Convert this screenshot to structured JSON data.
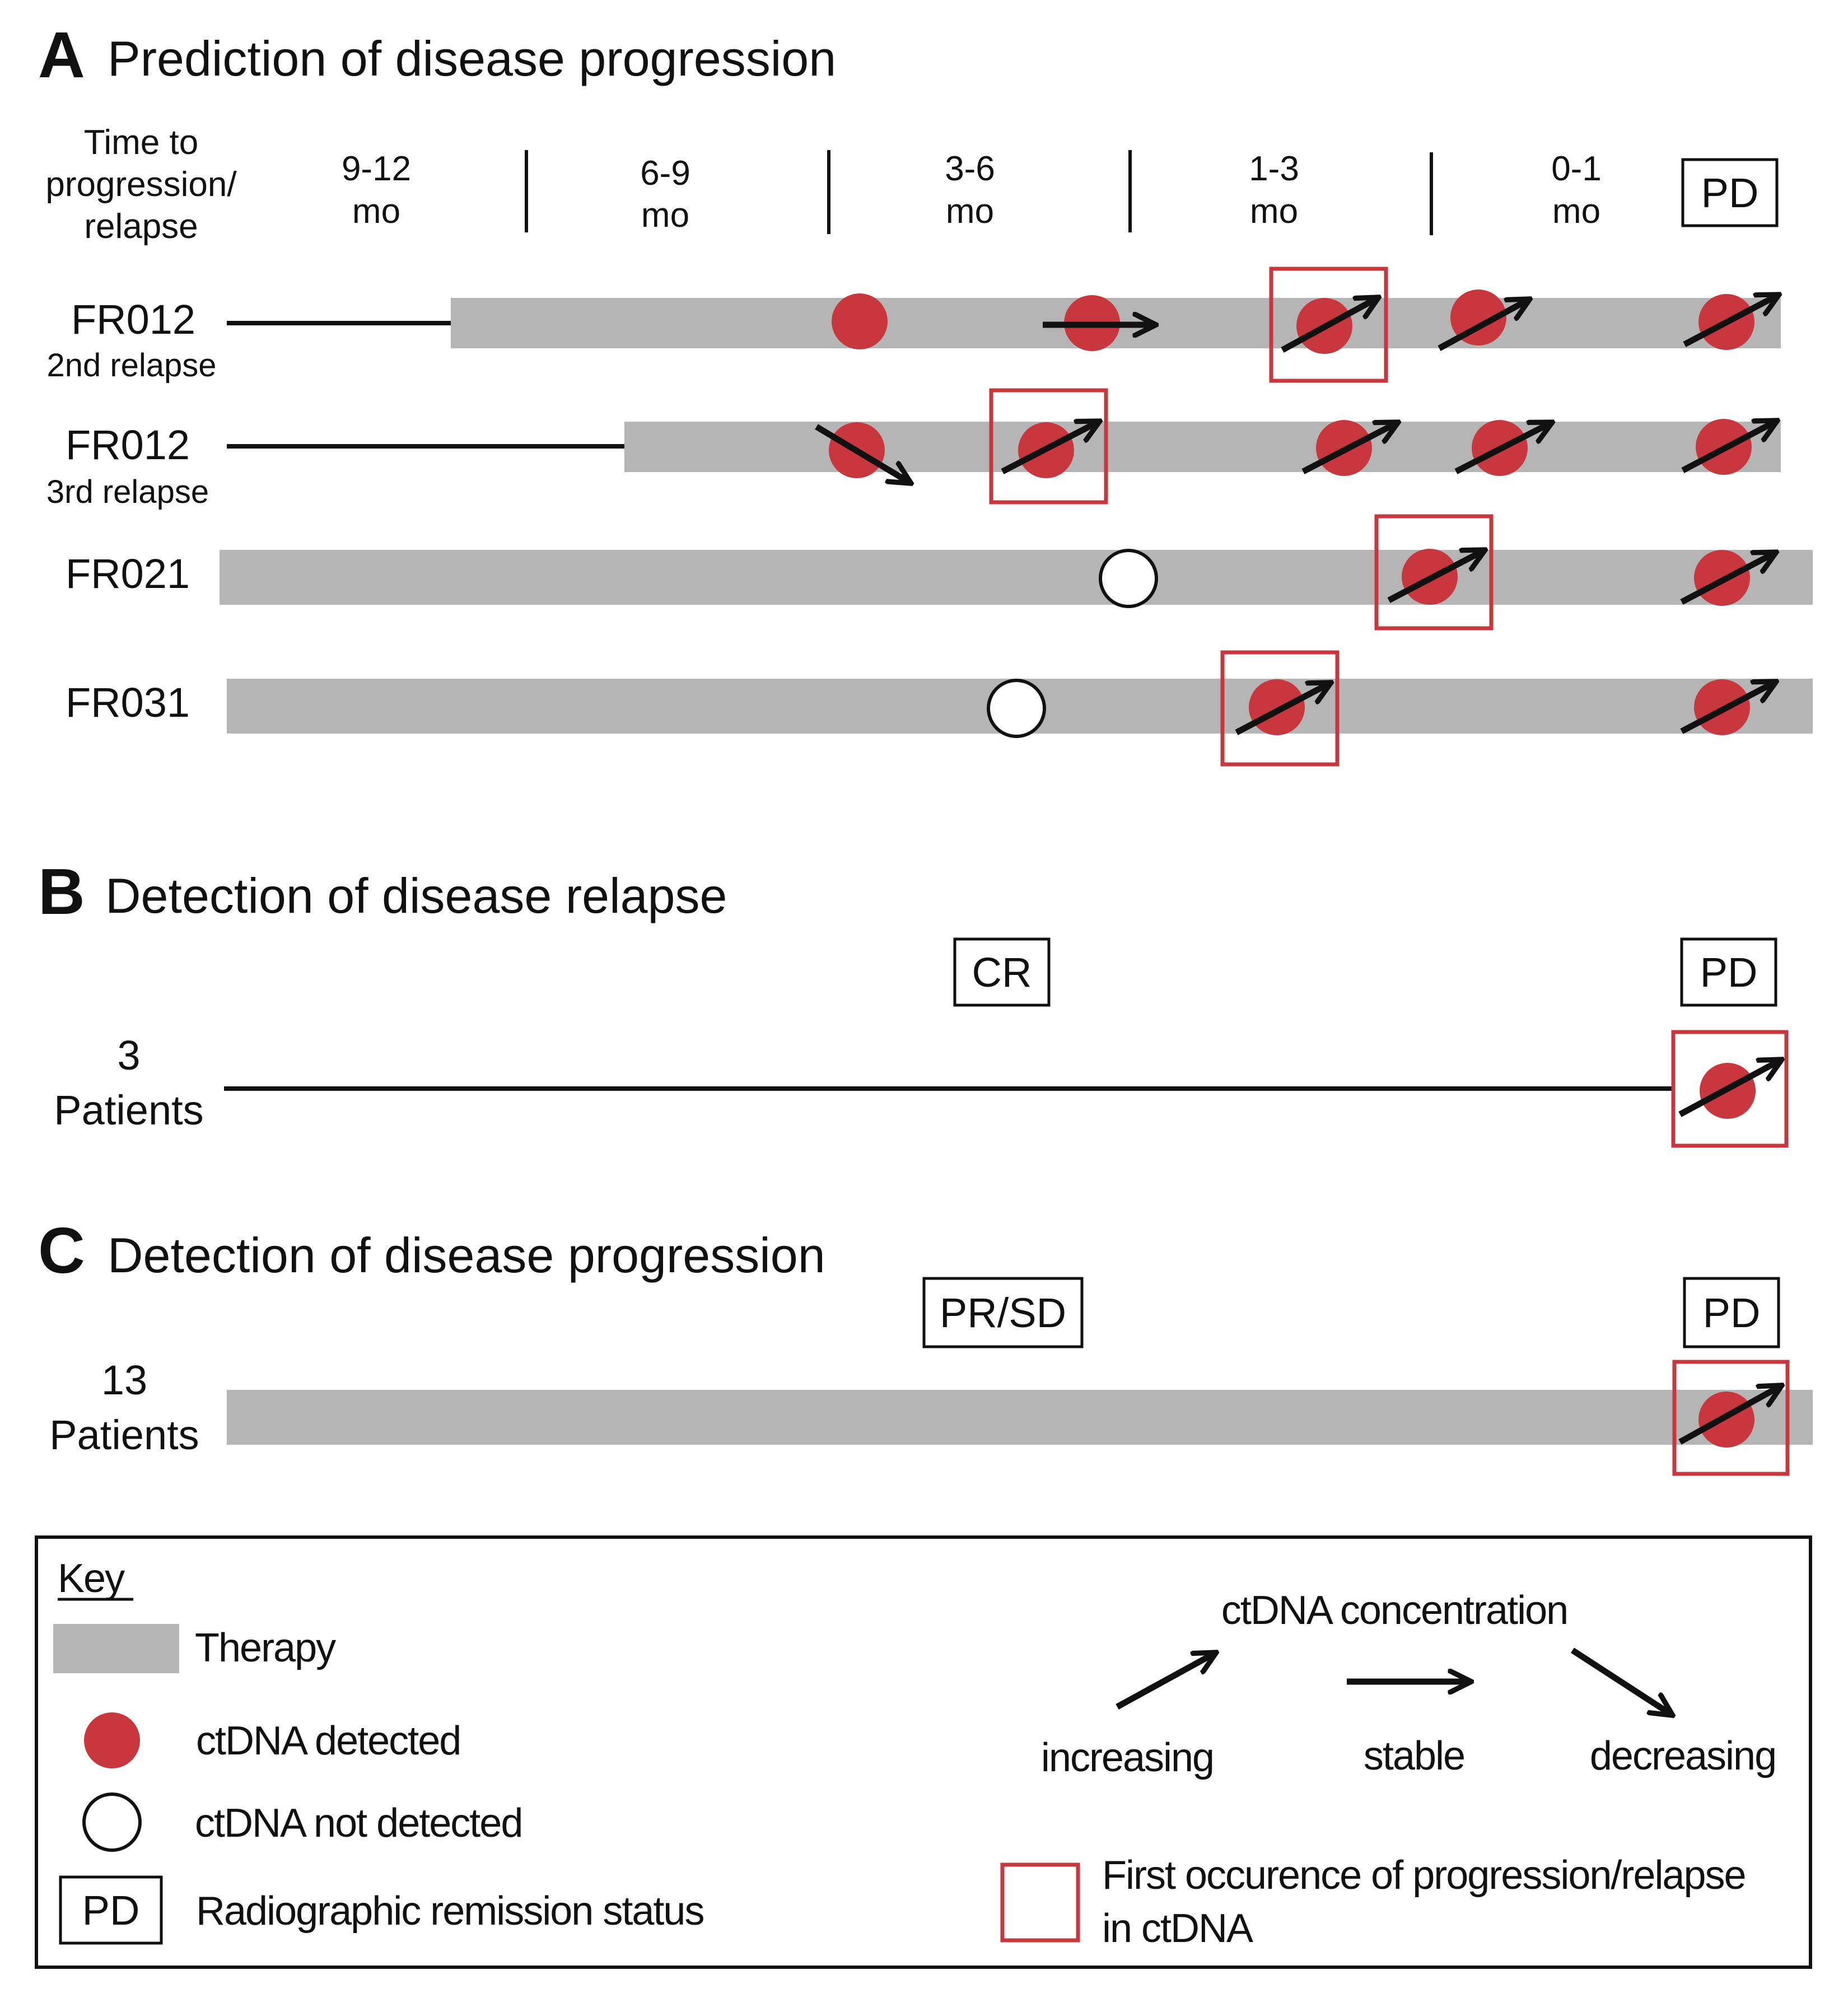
{
  "colors": {
    "therapy": "#b5b5b5",
    "ctdna_detected": "#c8363e",
    "first_occurrence_box": "#c8363e",
    "line": "#111111"
  },
  "panel_a": {
    "letter": "A",
    "title": "Prediction of disease progression",
    "header_label": [
      "Time to",
      "progression/",
      "relapse"
    ],
    "time_bins": [
      [
        "9-12",
        "mo"
      ],
      [
        "6-9",
        "mo"
      ],
      [
        "3-6",
        "mo"
      ],
      [
        "1-3",
        "mo"
      ],
      [
        "0-1",
        "mo"
      ]
    ],
    "end_status": "PD",
    "rows": [
      {
        "name": "FR012",
        "sub": "2nd relapse"
      },
      {
        "name": "FR012",
        "sub": "3rd relapse"
      },
      {
        "name": "FR021",
        "sub": ""
      },
      {
        "name": "FR031",
        "sub": ""
      }
    ]
  },
  "panel_b": {
    "letter": "B",
    "title": "Detection of disease relapse",
    "status_start": "CR",
    "status_end": "PD",
    "count": "3",
    "unit": "Patients"
  },
  "panel_c": {
    "letter": "C",
    "title": "Detection of disease progression",
    "status_start": "PR/SD",
    "status_end": "PD",
    "count": "13",
    "unit": "Patients"
  },
  "key": {
    "title": "Key",
    "therapy": "Therapy",
    "detected": "ctDNA detected",
    "not_detected": "ctDNA not detected",
    "status_box_sample": "PD",
    "status": "Radiographic remission status",
    "concentration": "ctDNA concentration",
    "increasing": "increasing",
    "stable": "stable",
    "decreasing": "decreasing",
    "first_occurrence": [
      "First occurence of progression/relapse",
      "in ctDNA"
    ]
  }
}
